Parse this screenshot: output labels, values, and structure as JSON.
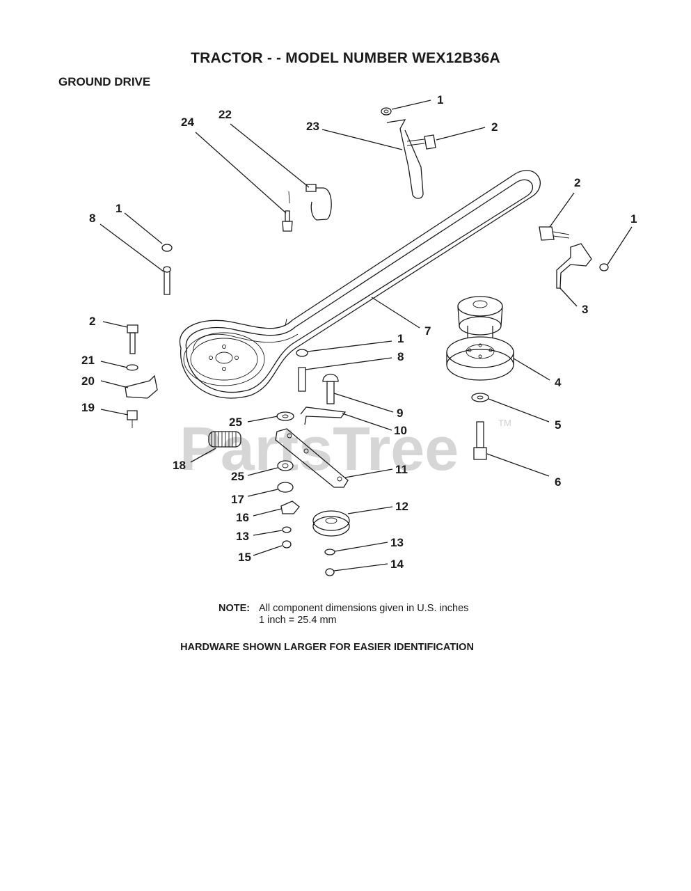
{
  "header": {
    "title": "TRACTOR - - MODEL NUMBER WEX12B36A",
    "section": "GROUND DRIVE"
  },
  "watermark": {
    "text": "PartsTree",
    "tm": "TM"
  },
  "callouts": [
    {
      "id": "c-1a",
      "label": "1"
    },
    {
      "id": "c-2a",
      "label": "2"
    },
    {
      "id": "c-23",
      "label": "23"
    },
    {
      "id": "c-24",
      "label": "24"
    },
    {
      "id": "c-22",
      "label": "22"
    },
    {
      "id": "c-1b",
      "label": "1"
    },
    {
      "id": "c-8a",
      "label": "8"
    },
    {
      "id": "c-2b",
      "label": "2"
    },
    {
      "id": "c-1c",
      "label": "1"
    },
    {
      "id": "c-3",
      "label": "3"
    },
    {
      "id": "c-7",
      "label": "7"
    },
    {
      "id": "c-2c",
      "label": "2"
    },
    {
      "id": "c-1d",
      "label": "1"
    },
    {
      "id": "c-8b",
      "label": "8"
    },
    {
      "id": "c-4",
      "label": "4"
    },
    {
      "id": "c-21",
      "label": "21"
    },
    {
      "id": "c-20",
      "label": "20"
    },
    {
      "id": "c-19",
      "label": "19"
    },
    {
      "id": "c-9",
      "label": "9"
    },
    {
      "id": "c-25a",
      "label": "25"
    },
    {
      "id": "c-10",
      "label": "10"
    },
    {
      "id": "c-5",
      "label": "5"
    },
    {
      "id": "c-18",
      "label": "18"
    },
    {
      "id": "c-25b",
      "label": "25"
    },
    {
      "id": "c-11",
      "label": "11"
    },
    {
      "id": "c-6",
      "label": "6"
    },
    {
      "id": "c-17",
      "label": "17"
    },
    {
      "id": "c-12",
      "label": "12"
    },
    {
      "id": "c-16",
      "label": "16"
    },
    {
      "id": "c-13a",
      "label": "13"
    },
    {
      "id": "c-13b",
      "label": "13"
    },
    {
      "id": "c-15",
      "label": "15"
    },
    {
      "id": "c-14",
      "label": "14"
    }
  ],
  "note": {
    "label": "NOTE:",
    "line1": "All component dimensions given in U.S. inches",
    "line2": "1 inch = 25.4 mm"
  },
  "footer": {
    "text": "HARDWARE SHOWN LARGER FOR EASIER IDENTIFICATION"
  }
}
